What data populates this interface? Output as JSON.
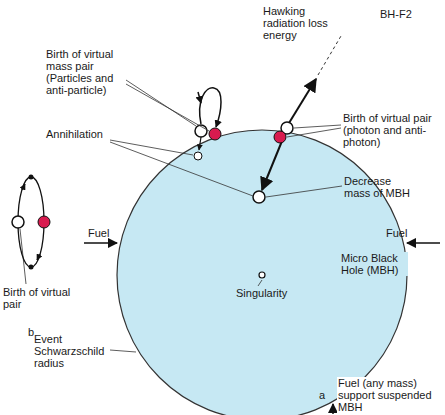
{
  "diagram": {
    "labels": [
      "Hawking radiation loss energy",
      "BH-F2",
      "Birth of virtual mass pair (Particles and anti-particle)",
      "Birth of virtual pair (photon and anti-photon)",
      "Annihilation",
      "Decrease mass of MBH",
      "Fuel",
      "Fuel",
      "Micro Black Hole (MBH)",
      "Singularity",
      "Birth of virtual pair",
      "b",
      "Event Schwarzschild radius",
      "a",
      "Fuel (any mass) support suspended MBH"
    ]
  }
}
